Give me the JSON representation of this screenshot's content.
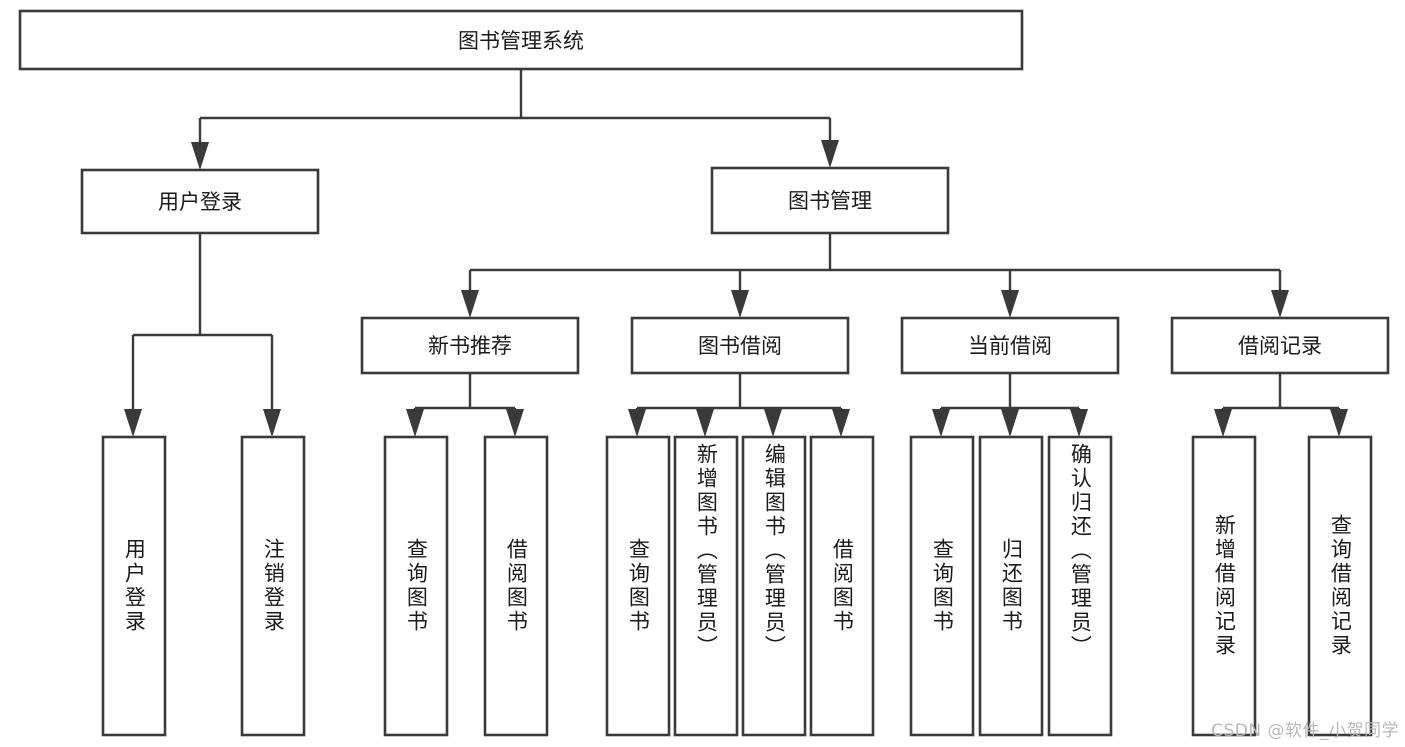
{
  "diagram": {
    "type": "tree",
    "orientation": "top-down",
    "background_color": "#ffffff",
    "line_color": "#3a3a3a",
    "text_color": "#1b1b1b",
    "root": {
      "label": "图书管理系统"
    },
    "level1": [
      {
        "label": "用户登录"
      },
      {
        "label": "图书管理"
      }
    ],
    "level2": [
      {
        "label": "新书推荐"
      },
      {
        "label": "图书借阅"
      },
      {
        "label": "当前借阅"
      },
      {
        "label": "借阅记录"
      }
    ],
    "leaves": {
      "user_login": [
        {
          "label": "用户登录"
        },
        {
          "label": "注销登录"
        }
      ],
      "new_book_recommend": [
        {
          "label": "查询图书"
        },
        {
          "label": "借阅图书"
        }
      ],
      "book_borrow": [
        {
          "label": "查询图书"
        },
        {
          "label": "新增图书（管理员）"
        },
        {
          "label": "编辑图书（管理员）"
        },
        {
          "label": "借阅图书"
        }
      ],
      "current_borrow": [
        {
          "label": "查询图书"
        },
        {
          "label": "归还图书"
        },
        {
          "label": "确认归还（管理员）"
        }
      ],
      "borrow_record": [
        {
          "label": "新增借阅记录"
        },
        {
          "label": "查询借阅记录"
        }
      ]
    }
  },
  "watermark": {
    "text": "CSDN @软件_小贺同学"
  }
}
